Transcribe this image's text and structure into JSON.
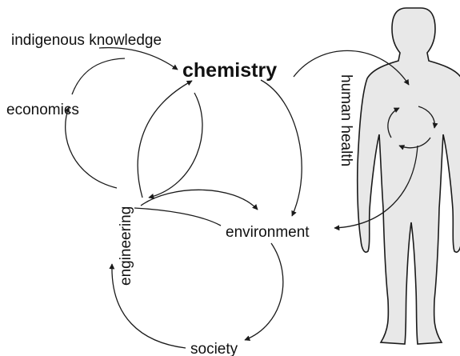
{
  "labels": {
    "indigenous_knowledge": "indigenous knowledge",
    "chemistry": "chemistry",
    "economics": "economics",
    "engineering": "engineering",
    "environment": "environment",
    "society": "society",
    "human_health": "human health"
  },
  "colors": {
    "stroke": "#1a1a1a",
    "text": "#111111",
    "body_fill": "#e8e8e8",
    "background": "#ffffff"
  }
}
